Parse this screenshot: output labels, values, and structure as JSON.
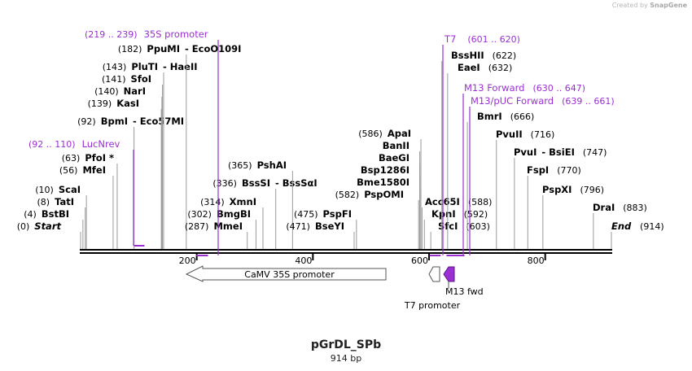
{
  "header": {
    "created_by": "Created by",
    "brand": "SnapGene"
  },
  "sequence": {
    "name": "pGrDL_SPb",
    "length_label": "914 bp",
    "length": 914
  },
  "colors": {
    "backbone": "#000000",
    "tick_line": "#9a9a9a",
    "primer": "#9a2fd3",
    "feature_outline": "#555555"
  },
  "axis_ticks": [
    {
      "value": 200,
      "label": "200"
    },
    {
      "value": 400,
      "label": "400"
    },
    {
      "value": 600,
      "label": "600"
    },
    {
      "value": 800,
      "label": "800"
    }
  ],
  "sites": [
    {
      "id": "start",
      "pos": 0,
      "pos_label": "(0)",
      "name": "Start",
      "name2": "",
      "italic": true
    },
    {
      "id": "bstbi",
      "pos": 4,
      "pos_label": "(4)",
      "name": "BstBI",
      "name2": ""
    },
    {
      "id": "tati",
      "pos": 8,
      "pos_label": "(8)",
      "name": "TatI",
      "name2": ""
    },
    {
      "id": "scai",
      "pos": 10,
      "pos_label": "(10)",
      "name": "ScaI",
      "name2": ""
    },
    {
      "id": "mfei",
      "pos": 56,
      "pos_label": "(56)",
      "name": "MfeI",
      "name2": ""
    },
    {
      "id": "pfoi",
      "pos": 63,
      "pos_label": "(63)",
      "name": "PfoI *",
      "name2": ""
    },
    {
      "id": "bpmi",
      "pos": 92,
      "pos_label": "(92)",
      "name": "BpmI",
      "name2": "- Eco57MI"
    },
    {
      "id": "kasi",
      "pos": 139,
      "pos_label": "(139)",
      "name": "KasI",
      "name2": ""
    },
    {
      "id": "nari",
      "pos": 140,
      "pos_label": "(140)",
      "name": "NarI",
      "name2": ""
    },
    {
      "id": "sfoi",
      "pos": 141,
      "pos_label": "(141)",
      "name": "SfoI",
      "name2": ""
    },
    {
      "id": "pluti",
      "pos": 143,
      "pos_label": "(143)",
      "name": "PluTI",
      "name2": "- HaeII"
    },
    {
      "id": "ppumi",
      "pos": 182,
      "pos_label": "(182)",
      "name": "PpuMI",
      "name2": "- EcoO109I"
    },
    {
      "id": "mmei",
      "pos": 287,
      "pos_label": "(287)",
      "name": "MmeI",
      "name2": ""
    },
    {
      "id": "bmgbi",
      "pos": 302,
      "pos_label": "(302)",
      "name": "BmgBI",
      "name2": ""
    },
    {
      "id": "xmni",
      "pos": 314,
      "pos_label": "(314)",
      "name": "XmnI",
      "name2": ""
    },
    {
      "id": "bsssi",
      "pos": 336,
      "pos_label": "(336)",
      "name": "BssSI",
      "name2": "- BssSαI"
    },
    {
      "id": "pshai",
      "pos": 365,
      "pos_label": "(365)",
      "name": "PshAI",
      "name2": ""
    },
    {
      "id": "bseyi",
      "pos": 471,
      "pos_label": "(471)",
      "name": "BseYI",
      "name2": ""
    },
    {
      "id": "pspfi",
      "pos": 475,
      "pos_label": "(475)",
      "name": "PspFI",
      "name2": ""
    },
    {
      "id": "pspomi",
      "pos": 582,
      "pos_label": "(582)",
      "name": "PspOMI",
      "name2": ""
    },
    {
      "id": "bme1580i",
      "pos": 584,
      "pos_label": "",
      "name": "Bme1580I",
      "name2": ""
    },
    {
      "id": "bsp1286i",
      "pos": 584,
      "pos_label": "",
      "name": "Bsp1286I",
      "name2": ""
    },
    {
      "id": "baegi",
      "pos": 584,
      "pos_label": "",
      "name": "BaeGI",
      "name2": ""
    },
    {
      "id": "banii",
      "pos": 584,
      "pos_label": "",
      "name": "BanII",
      "name2": ""
    },
    {
      "id": "apai",
      "pos": 586,
      "pos_label": "(586)",
      "name": "ApaI",
      "name2": ""
    },
    {
      "id": "sfci",
      "pos": 603,
      "pos_label": "(603)",
      "name": "SfcI",
      "name2": ""
    },
    {
      "id": "kpni",
      "pos": 592,
      "pos_label": "(592)",
      "name": "KpnI",
      "name2": ""
    },
    {
      "id": "acc65i",
      "pos": 588,
      "pos_label": "(588)",
      "name": "Acc65I",
      "name2": ""
    },
    {
      "id": "bmri",
      "pos": 666,
      "pos_label": "(666)",
      "name": "BmrI",
      "name2": ""
    },
    {
      "id": "eaei",
      "pos": 632,
      "pos_label": "(632)",
      "name": "EaeI",
      "name2": ""
    },
    {
      "id": "bsshii",
      "pos": 622,
      "pos_label": "(622)",
      "name": "BssHII",
      "name2": ""
    },
    {
      "id": "pvuii",
      "pos": 716,
      "pos_label": "(716)",
      "name": "PvuII",
      "name2": ""
    },
    {
      "id": "pvui",
      "pos": 747,
      "pos_label": "(747)",
      "name": "PvuI",
      "name2": "- BsiEI"
    },
    {
      "id": "fspi",
      "pos": 770,
      "pos_label": "(770)",
      "name": "FspI",
      "name2": ""
    },
    {
      "id": "pspxi",
      "pos": 796,
      "pos_label": "(796)",
      "name": "PspXI",
      "name2": ""
    },
    {
      "id": "drai",
      "pos": 883,
      "pos_label": "(883)",
      "name": "DraI",
      "name2": ""
    },
    {
      "id": "end",
      "pos": 914,
      "pos_label": "(914)",
      "name": "End",
      "name2": "",
      "italic": true
    }
  ],
  "primers": [
    {
      "id": "35s",
      "start": 219,
      "end": 239,
      "range_label": "(219 .. 239)",
      "name": "35S promoter"
    },
    {
      "id": "lucnrev",
      "start": 92,
      "end": 110,
      "range_label": "(92 .. 110)",
      "name": "LucNrev"
    },
    {
      "id": "t7",
      "start": 601,
      "end": 620,
      "range_label": "(601 .. 620)",
      "name": "T7"
    },
    {
      "id": "m13fwd",
      "start": 630,
      "end": 647,
      "range_label": "(630 .. 647)",
      "name": "M13 Forward"
    },
    {
      "id": "m13puc",
      "start": 639,
      "end": 661,
      "range_label": "(639 .. 661)",
      "name": "M13/pUC Forward"
    }
  ],
  "features": [
    {
      "id": "camv35s",
      "name": "CaMV 35S promoter",
      "start": 180,
      "end": 527,
      "direction": "reverse"
    },
    {
      "id": "t7prom",
      "name": "T7 promoter",
      "start": 601,
      "end": 620,
      "direction": "reverse"
    },
    {
      "id": "m13fwd",
      "name": "M13 fwd",
      "start": 630,
      "end": 647,
      "direction": "reverse"
    }
  ]
}
